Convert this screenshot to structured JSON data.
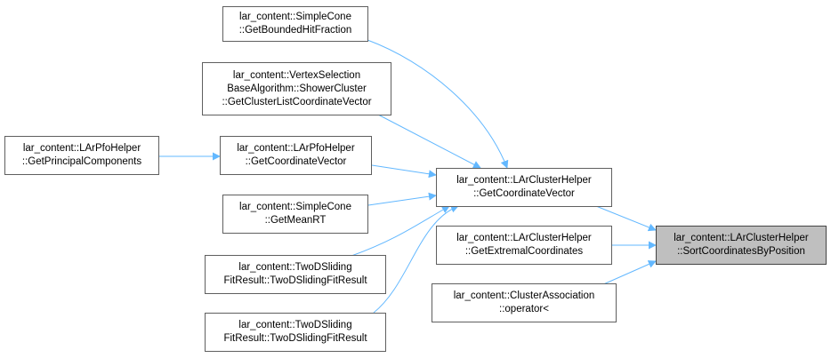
{
  "colors": {
    "edge": "#63b8ff",
    "node_border": "#5f5f5f",
    "target_fill": "#bfbfbf"
  },
  "nodes": {
    "simplecone_bounded": {
      "lines": [
        "lar_content::SimpleCone",
        "::GetBoundedHitFraction"
      ]
    },
    "vertex_selection": {
      "lines": [
        "lar_content::VertexSelection",
        "BaseAlgorithm::ShowerCluster",
        "::GetClusterListCoordinateVector"
      ]
    },
    "pfo_principal": {
      "lines": [
        "lar_content::LArPfoHelper",
        "::GetPrincipalComponents"
      ]
    },
    "pfo_coordinate": {
      "lines": [
        "lar_content::LArPfoHelper",
        "::GetCoordinateVector"
      ]
    },
    "simplecone_meanrt": {
      "lines": [
        "lar_content::SimpleCone",
        "::GetMeanRT"
      ]
    },
    "twod_fit_1": {
      "lines": [
        "lar_content::TwoDSliding",
        "FitResult::TwoDSlidingFitResult"
      ]
    },
    "twod_fit_2": {
      "lines": [
        "lar_content::TwoDSliding",
        "FitResult::TwoDSlidingFitResult"
      ]
    },
    "cluster_coordinate": {
      "lines": [
        "lar_content::LArClusterHelper",
        "::GetCoordinateVector"
      ]
    },
    "cluster_extremal": {
      "lines": [
        "lar_content::LArClusterHelper",
        "::GetExtremalCoordinates"
      ]
    },
    "cluster_association": {
      "lines": [
        "lar_content::ClusterAssociation",
        "::operator<"
      ]
    },
    "sort_coordinates": {
      "lines": [
        "lar_content::LArClusterHelper",
        "::SortCoordinatesByPosition"
      ]
    }
  }
}
